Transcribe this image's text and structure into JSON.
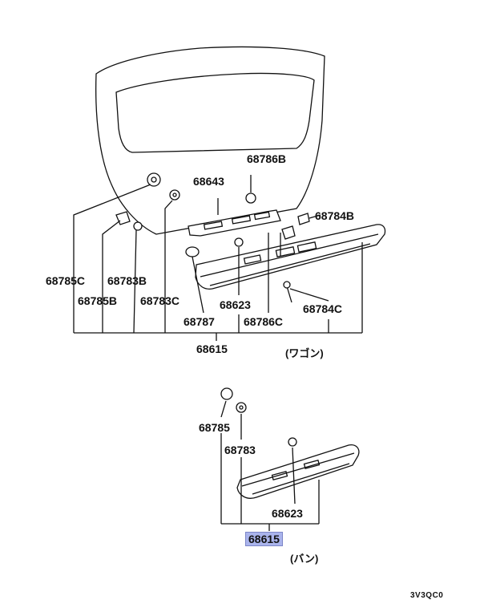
{
  "labels": {
    "p68786B": "68786B",
    "p68643": "68643",
    "p68784B": "68784B",
    "p68785C": "68785C",
    "p68783B": "68783B",
    "p68785B": "68785B",
    "p68783C": "68783C",
    "p68623_top": "68623",
    "p68784C": "68784C",
    "p68787": "68787",
    "p68786C": "68786C",
    "p68615_top": "68615",
    "wagon": "(ワゴン)",
    "p68785": "68785",
    "p68783": "68783",
    "p68623_bottom": "68623",
    "p68615_bottom": "68615",
    "van": "(バン)",
    "code": "3V3QC0"
  },
  "colors": {
    "highlight": "#aab4ec",
    "line": "#111111"
  }
}
